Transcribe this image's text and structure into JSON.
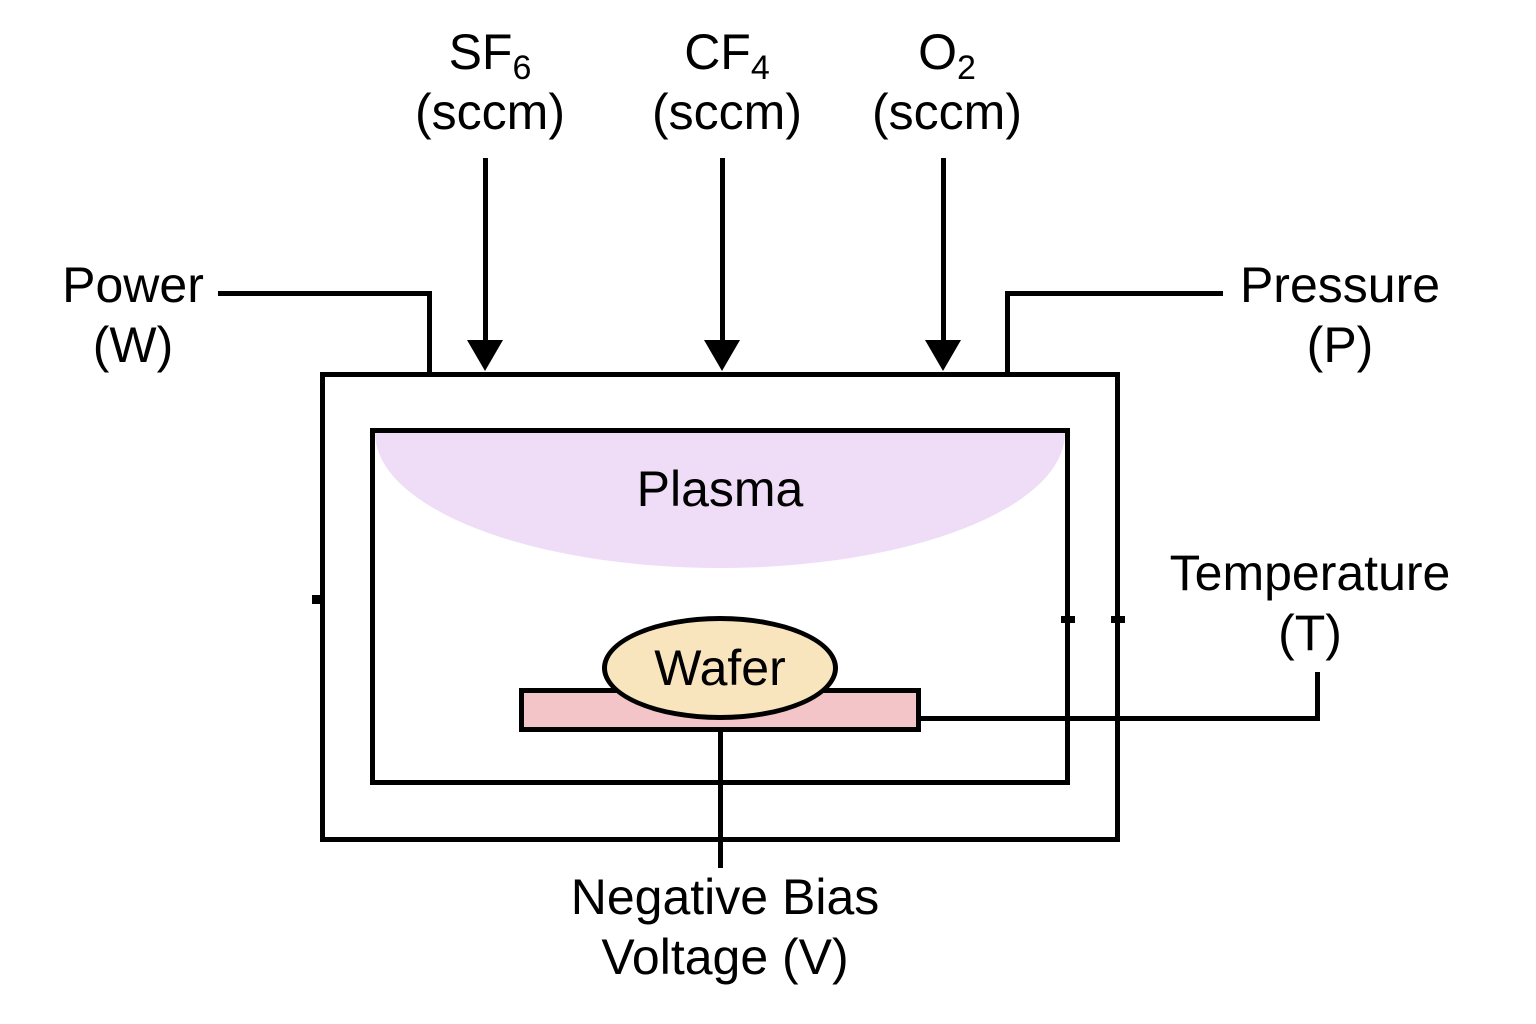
{
  "gas_inlets": [
    {
      "formula": "SF",
      "subscript": "6",
      "unit": "(sccm)"
    },
    {
      "formula": "CF",
      "subscript": "4",
      "unit": "(sccm)"
    },
    {
      "formula": "O",
      "subscript": "2",
      "unit": "(sccm)"
    }
  ],
  "power": {
    "line1": "Power",
    "line2": "(W)"
  },
  "pressure": {
    "line1": "Pressure",
    "line2": "(P)"
  },
  "temperature": {
    "line1": "Temperature",
    "line2": "(T)"
  },
  "bias": {
    "line1": "Negative Bias",
    "line2": "Voltage (V)"
  },
  "chamber": {
    "plasma_label": "Plasma",
    "wafer_label": "Wafer"
  },
  "colors": {
    "background": "#FFFFFF",
    "line": "#000000",
    "plasma": "#EFDDF7",
    "wafer": "#F9E5BD",
    "chuck": "#F3C5C9"
  }
}
